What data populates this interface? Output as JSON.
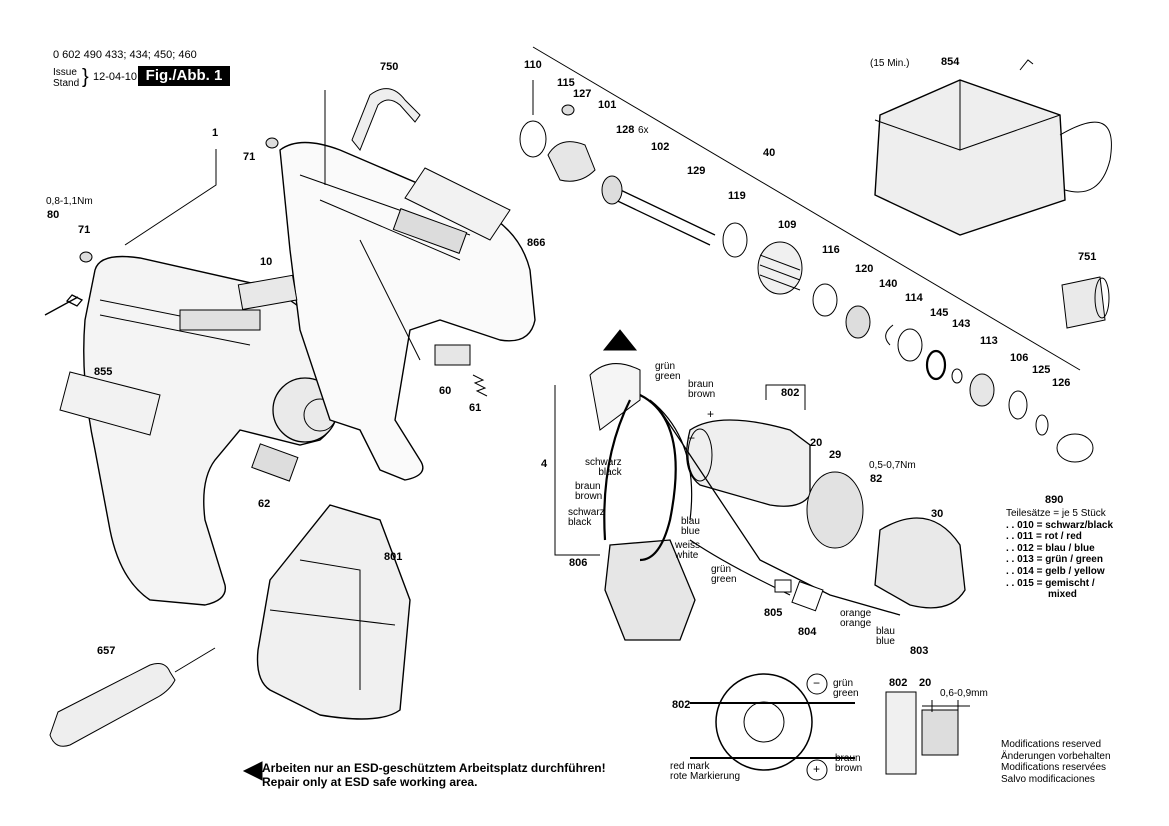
{
  "header": {
    "part_numbers": "0 602 490 433; 434; 450; 460",
    "issue_label": "Issue",
    "stand_label": "Stand",
    "date": "12-04-10",
    "figure": "Fig./Abb. 1"
  },
  "parts": {
    "p1": "1",
    "p4": "4",
    "p10": "10",
    "p20a": "20",
    "p20b": "20",
    "p29": "29",
    "p30": "30",
    "p40": "40",
    "p60": "60",
    "p61": "61",
    "p62": "62",
    "p71a": "71",
    "p71b": "71",
    "p80": "80",
    "p82": "82",
    "p101": "101",
    "p102": "102",
    "p106": "106",
    "p109": "109",
    "p110": "110",
    "p113": "113",
    "p114": "114",
    "p115": "115",
    "p116": "116",
    "p119": "119",
    "p120": "120",
    "p125": "125",
    "p126": "126",
    "p127": "127",
    "p128": "128",
    "p129": "129",
    "p140": "140",
    "p143": "143",
    "p145": "145",
    "p657": "657",
    "p750": "750",
    "p751": "751",
    "p801": "801",
    "p802a": "802",
    "p802b": "802",
    "p802c": "802",
    "p803": "803",
    "p804": "804",
    "p805": "805",
    "p806": "806",
    "p854": "854",
    "p855": "855",
    "p866": "866",
    "p890": "890"
  },
  "annotations": {
    "torque_80": "0,8-1,1Nm",
    "torque_82": "0,5-0,7Nm",
    "qty_128": "6x",
    "time_854": "(15 Min.)",
    "gap": "0,6-0,9mm"
  },
  "wires": {
    "gruen_green_top": [
      "grün",
      "green"
    ],
    "braun_brown_top": [
      "braun",
      "brown"
    ],
    "schwarz_black_1": [
      "schwarz",
      "black"
    ],
    "braun_brown_mid": [
      "braun",
      "brown"
    ],
    "schwarz_black_2": [
      "schwarz",
      "black"
    ],
    "blau_blue_mid": [
      "blau",
      "blue"
    ],
    "weiss_white": [
      "weiss",
      "white"
    ],
    "gruen_green_mid": [
      "grün",
      "green"
    ],
    "orange_orange": [
      "orange",
      "orange"
    ],
    "blau_blue_low": [
      "blau",
      "blue"
    ],
    "gruen_green_bottom": [
      "grün",
      "green"
    ],
    "braun_brown_bottom": [
      "braun",
      "brown"
    ],
    "red_mark": [
      "red mark",
      "rote Markierung"
    ]
  },
  "kits": {
    "title": "Teilesätze = je 5 Stück",
    "rows": [
      ". . 010 = schwarz/black",
      ". . 011 = rot / red",
      ". . 012 = blau / blue",
      ". . 013 = grün / green",
      ". . 014 = gelb / yellow",
      ". . 015 = gemischt /",
      "mixed"
    ]
  },
  "modifications": [
    "Modifications reserved",
    "Änderungen vorbehalten",
    "Modifications reservées",
    "Salvo modificaciones"
  ],
  "esd_notice": [
    "Arbeiten nur an ESD-geschütztem Arbeitsplatz durchführen!",
    "Repair only at ESD safe working area."
  ],
  "symbols": {
    "plus": "+",
    "minus": "−"
  }
}
